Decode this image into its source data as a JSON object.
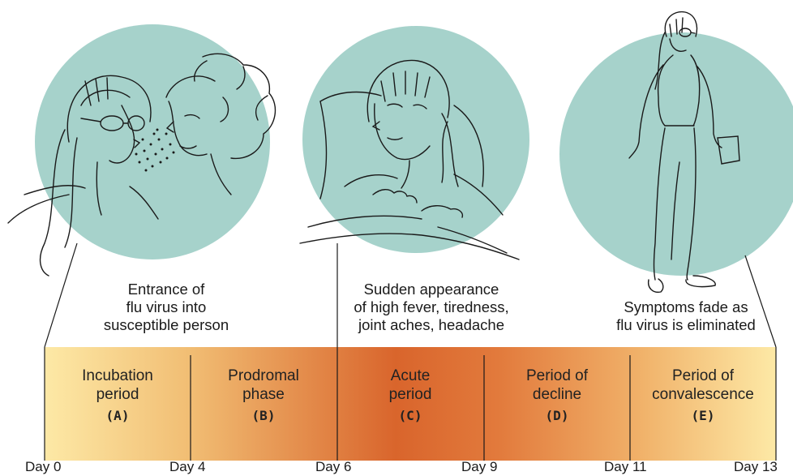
{
  "captions": {
    "entrance": [
      "Entrance of",
      "flu virus into",
      "susceptible person"
    ],
    "sudden": [
      "Sudden appearance",
      "of high fever, tiredness,",
      "joint aches, headache"
    ],
    "fade": [
      "Symptoms fade as",
      "flu virus is eliminated"
    ]
  },
  "phases": [
    {
      "name1": "Incubation",
      "name2": "period",
      "letter": "(A)"
    },
    {
      "name1": "Prodromal",
      "name2": "phase",
      "letter": "(B)"
    },
    {
      "name1": "Acute",
      "name2": "period",
      "letter": "(C)"
    },
    {
      "name1": "Period of",
      "name2": "decline",
      "letter": "(D)"
    },
    {
      "name1": "Period of",
      "name2": "convalescence",
      "letter": "(E)"
    }
  ],
  "days": [
    "Day 0",
    "Day 4",
    "Day 6",
    "Day 9",
    "Day 11",
    "Day 13"
  ],
  "colors": {
    "circle": "#a6d2cb",
    "bar_light": "#fde9a6",
    "bar_dark": "#d9652c",
    "line": "#1a1a1a"
  },
  "illustrations": [
    "woman-with-glasses-sneezed-on",
    "woman-in-bed-with-fever",
    "woman-standing-recovered"
  ]
}
